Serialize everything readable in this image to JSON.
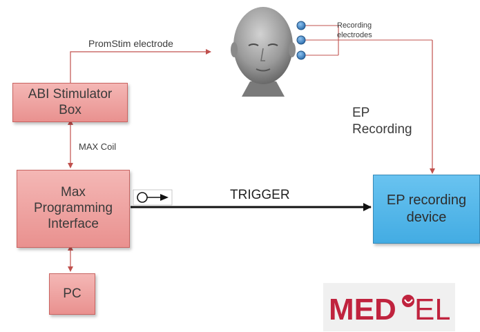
{
  "diagram": {
    "boxes": {
      "abi_stimulator": "ABI Stimulator\nBox",
      "max_interface": "Max\nProgramming\nInterface",
      "pc": "PC",
      "ep_device": "EP recording\ndevice"
    },
    "labels": {
      "promstim": "PromStim electrode",
      "max_coil": "MAX Coil",
      "recording_electrodes": "Recording\nelectrodes",
      "ep_recording": "EP\nRecording",
      "trigger": "TRIGGER"
    },
    "icons": {
      "head": "head-icon",
      "electrode": "electrode-icon",
      "trigger_symbol": "trigger-symbol-icon"
    },
    "colors": {
      "connector_red": "#c0504d",
      "electrode_blue": "#3d7fc1",
      "box_red": "#f0a9a7",
      "box_blue": "#4fb5e8",
      "trigger_black": "#111111"
    }
  },
  "logo": {
    "text": "MED·EL",
    "part1": "MED",
    "part2": "EL",
    "color": "#c0233e",
    "name": "med-el-logo"
  }
}
